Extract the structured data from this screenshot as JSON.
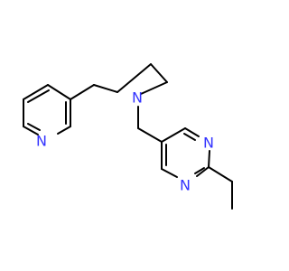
{
  "atoms": {
    "n_pyridine": "N",
    "n_pyrrolidine": "N",
    "n_pyrimidine_top": "N",
    "n_pyrimidine_bottom": "N"
  },
  "colors": {
    "bond": "#000000",
    "nitrogen": "#3333ff",
    "background": "#ffffff"
  }
}
